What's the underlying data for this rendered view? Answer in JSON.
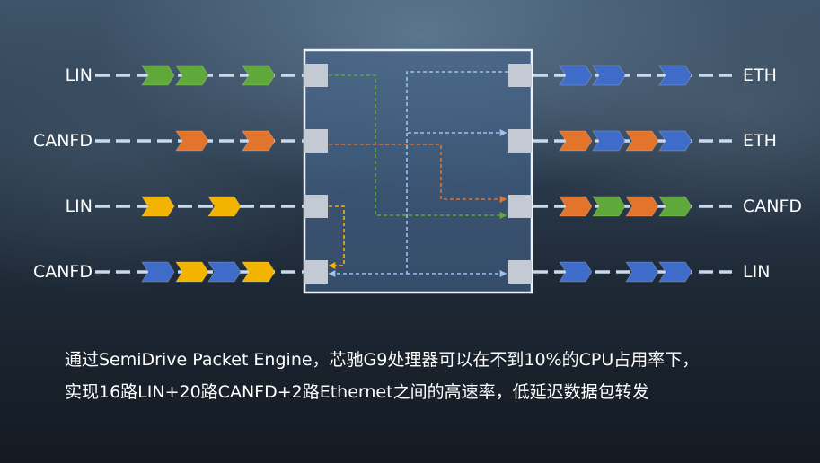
{
  "diagram": {
    "left_ports": [
      {
        "label": "LIN",
        "packets": [
          "green",
          "green",
          null,
          "green"
        ]
      },
      {
        "label": "CANFD",
        "packets": [
          null,
          "orange",
          null,
          "orange"
        ]
      },
      {
        "label": "LIN",
        "packets": [
          "yellow",
          null,
          "yellow",
          null
        ]
      },
      {
        "label": "CANFD",
        "packets": [
          "blue",
          "yellow",
          "blue",
          "yellow"
        ]
      }
    ],
    "right_ports": [
      {
        "label": "ETH",
        "packets": [
          "blue",
          "blue",
          null,
          "blue"
        ]
      },
      {
        "label": "ETH",
        "packets": [
          "orange",
          "blue",
          "orange",
          "blue"
        ]
      },
      {
        "label": "CANFD",
        "packets": [
          "orange",
          "green",
          "orange",
          "green"
        ]
      },
      {
        "label": "LIN",
        "packets": [
          "blue",
          null,
          "blue",
          "blue"
        ]
      }
    ],
    "routes": [
      {
        "from": "left-1",
        "to": "right-3",
        "color": "green"
      },
      {
        "from": "left-2",
        "to": "right-3",
        "color": "orange"
      },
      {
        "from": "left-3",
        "to": "left-4",
        "color": "yellow"
      },
      {
        "from": "right-1",
        "to": "right-2",
        "color": "blue"
      },
      {
        "from": "right-1",
        "to": "left-4",
        "color": "blue"
      },
      {
        "from": "right-1",
        "to": "right-4",
        "color": "blue"
      }
    ]
  },
  "colors": {
    "green": "#5fa83a",
    "orange": "#e2742c",
    "yellow": "#f2b400",
    "blue": "#3f6cc8",
    "line": "#c9d9ee",
    "port": "#c4cad3",
    "engine_fill": "#46648a",
    "engine_border": "#eef3fa"
  },
  "caption": {
    "line1": "通过SemiDrive Packet Engine，芯驰G9处理器可以在不到10%的CPU占用率下，",
    "line2": "实现16路LIN+20路CANFD+2路Ethernet之间的高速率，低延迟数据包转发"
  }
}
